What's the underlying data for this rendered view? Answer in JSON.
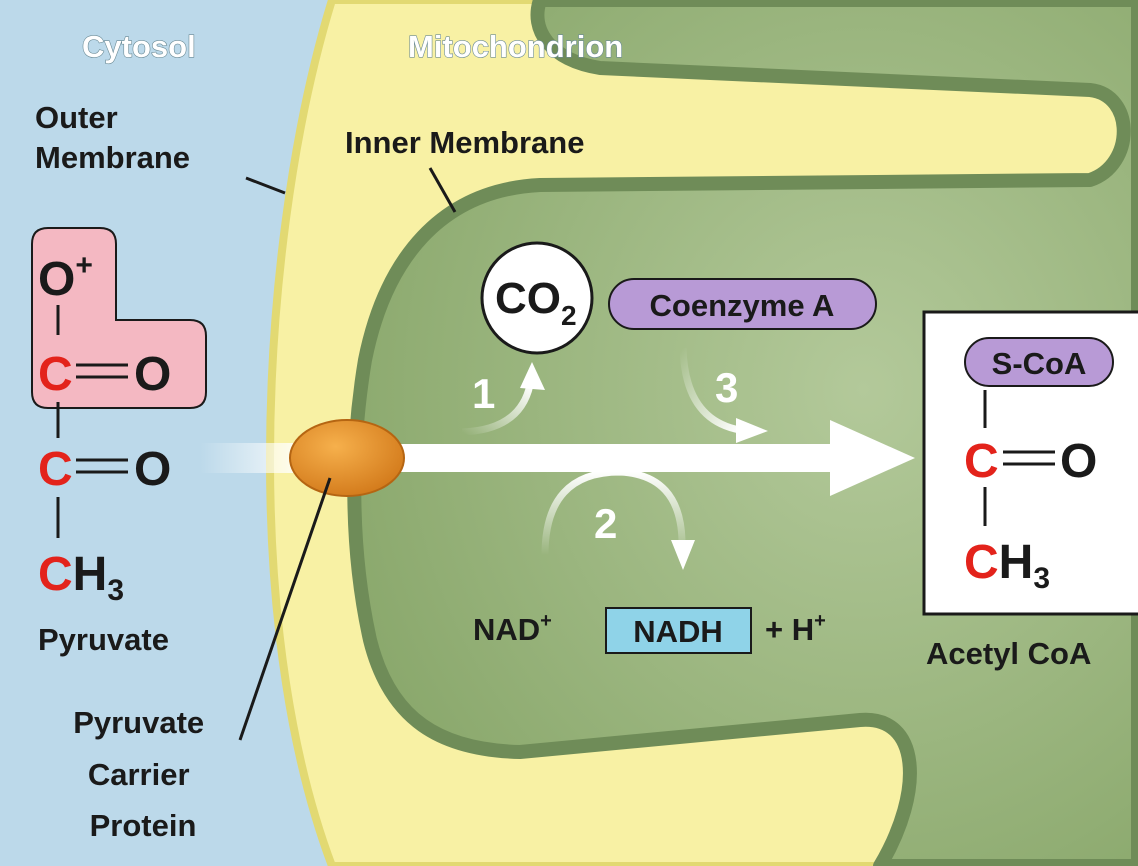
{
  "regions": {
    "cytosol": "Cytosol",
    "mitochondrion": "Mitochondrion"
  },
  "labels": {
    "outer_membrane": [
      "Outer",
      "Membrane"
    ],
    "inner_membrane": "Inner Membrane",
    "pyruvate": "Pyruvate",
    "carrier_protein": [
      "Pyruvate",
      "Carrier",
      "Protein"
    ],
    "acetyl_coa": "Acetyl CoA"
  },
  "pyruvate_molecule": {
    "o_plus": "O",
    "o_plus_sup": "+",
    "carbon_1": "C",
    "oxygen_1": "O",
    "carbon_2": "C",
    "oxygen_2": "O",
    "ch3_c": "C",
    "ch3_h": "H",
    "ch3_sub": "3"
  },
  "reaction": {
    "co2_main": "CO",
    "co2_sub": "2",
    "coenzyme_a": "Coenzyme A",
    "step_1": "1",
    "step_2": "2",
    "step_3": "3",
    "nad": "NAD",
    "nad_sup": "+",
    "nadh": "NADH",
    "plus_h": "+ H",
    "plus_h_sup": "+"
  },
  "acetyl_molecule": {
    "s_coa": "S-CoA",
    "carbon_1": "C",
    "oxygen": "O",
    "ch3_c": "C",
    "ch3_h": "H",
    "ch3_sub": "3"
  },
  "colors": {
    "cytosol": "#bcd9ea",
    "intermembrane_space": "#f8f1a4",
    "outer_membrane": "#e4de82",
    "matrix": "#98b47c",
    "inner_membrane": "#6f8c58",
    "carbonyl_highlight": "#f4b8c2",
    "coenzyme_a": "#b89ad6",
    "nadh_box": "#8fd3e8",
    "carrier_protein": "#e88f2a",
    "carbon_red": "#e3231b"
  }
}
